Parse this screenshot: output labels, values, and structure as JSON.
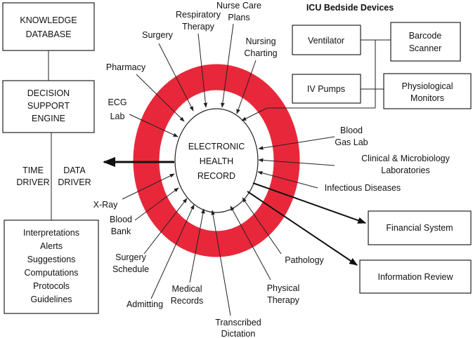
{
  "title": "ICU Bedside Devices",
  "center": [
    "ELECTRONIC",
    "HEALTH",
    "RECORD"
  ],
  "left_boxes": {
    "knowledge": [
      "KNOWLEDGE",
      "DATABASE"
    ],
    "decision": [
      "DECISION",
      "SUPPORT",
      "ENGINE"
    ],
    "outputs": [
      "Interpretations",
      "Alerts",
      "Suggestions",
      "Computations",
      "Protocols",
      "Guidelines"
    ]
  },
  "drivers": {
    "time": [
      "TIME",
      "DRIVER"
    ],
    "data": [
      "DATA",
      "DRIVER"
    ]
  },
  "icu_devices": {
    "ventilator": "Ventilator",
    "barcode": [
      "Barcode",
      "Scanner"
    ],
    "iv_pumps": "IV Pumps",
    "monitors": [
      "Physiological",
      "Monitors"
    ]
  },
  "inputs": {
    "surgery": "Surgery",
    "respiratory": [
      "Respiratory",
      "Therapy"
    ],
    "nurse_care": [
      "Nurse Care",
      "Plans"
    ],
    "nursing_charting": [
      "Nursing",
      "Charting"
    ],
    "pharmacy": "Pharmacy",
    "ecg": [
      "ECG",
      "Lab"
    ],
    "blood_gas": [
      "Blood",
      "Gas Lab"
    ],
    "clinical_micro": [
      "Clinical & Microbiology",
      "Laboratories"
    ],
    "infectious": "Infectious Diseases",
    "xray": "X-Ray",
    "blood_bank": [
      "Blood",
      "Bank"
    ],
    "surgery_schedule": [
      "Surgery",
      "Schedule"
    ],
    "admitting": "Admitting",
    "medical_records": [
      "Medical",
      "Records"
    ],
    "transcribed": [
      "Transcribed",
      "Dictation"
    ],
    "physical_therapy": [
      "Physical",
      "Therapy"
    ],
    "pathology": "Pathology"
  },
  "outputs_right": {
    "financial": "Financial System",
    "review": "Information Review"
  },
  "colors": {
    "ring": "#e8283a",
    "stroke": "#222222"
  }
}
